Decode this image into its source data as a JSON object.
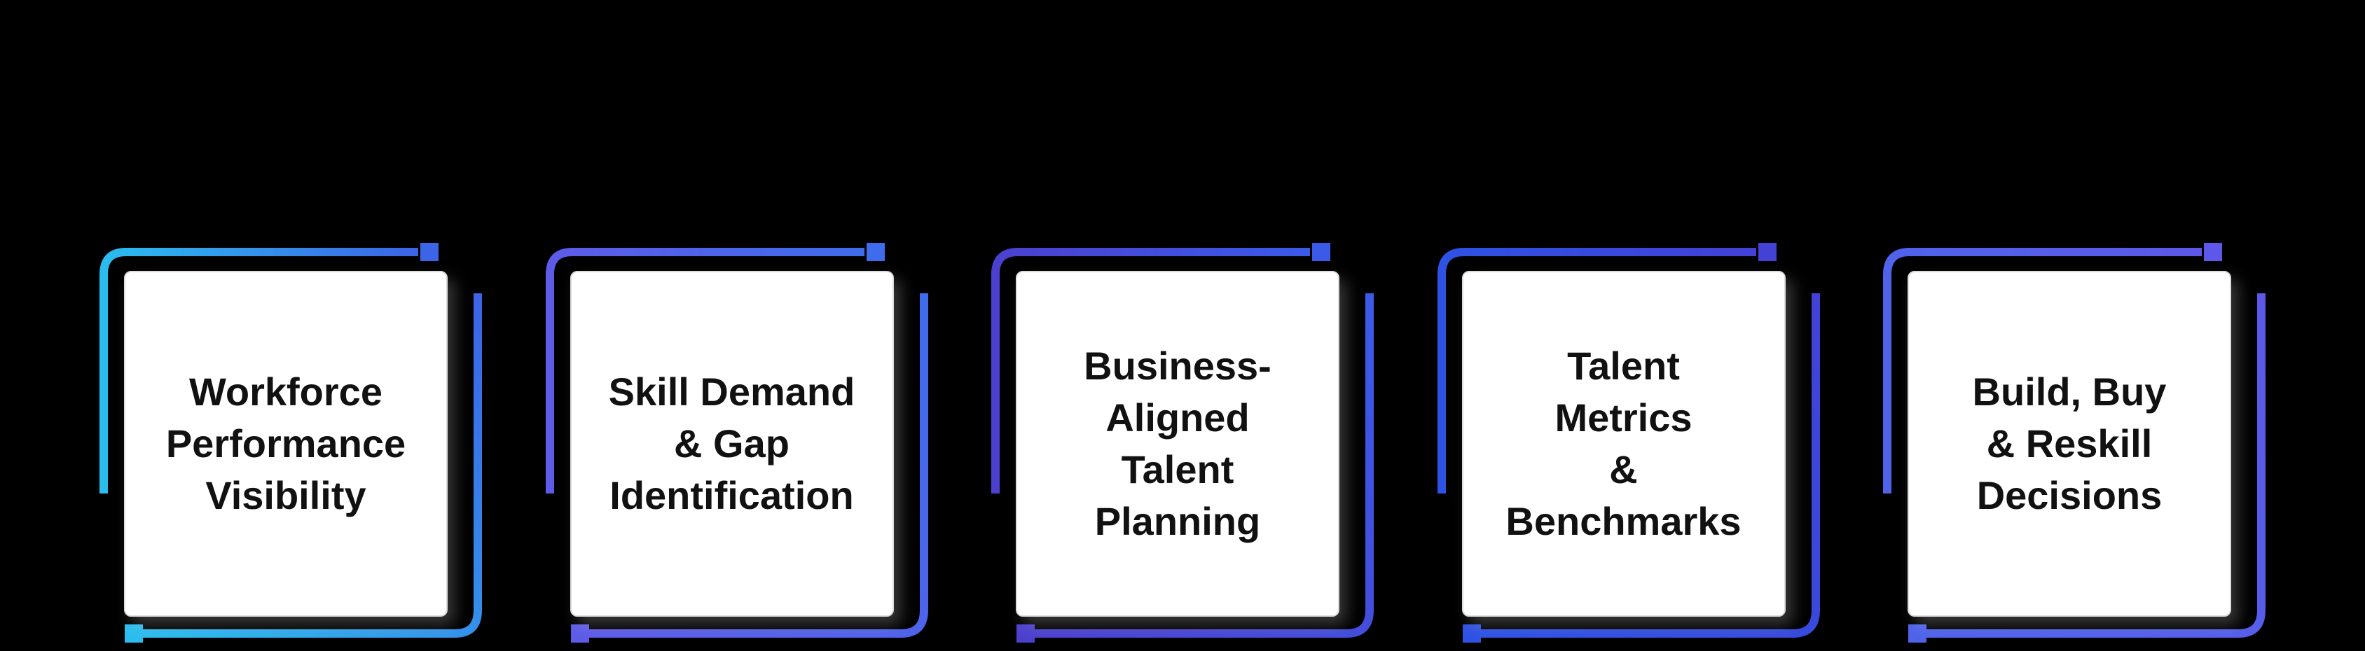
{
  "canvas": {
    "background": "#000000",
    "text_color": "#111111"
  },
  "cards": [
    {
      "label": "Workforce\nPerformance\nVisibility",
      "frame_start": "#2bbdee",
      "frame_end": "#3c64e6"
    },
    {
      "label": "Skill Demand\n& Gap\nIdentification",
      "frame_start": "#5e5be8",
      "frame_end": "#3f6cec"
    },
    {
      "label": "Business-\nAligned\nTalent\nPlanning",
      "frame_start": "#4c40cf",
      "frame_end": "#3b5ae9"
    },
    {
      "label": "Talent\nMetrics\n&\nBenchmarks",
      "frame_start": "#2e52e3",
      "frame_end": "#4341d6"
    },
    {
      "label": "Build, Buy\n& Reskill\nDecisions",
      "frame_start": "#4f63eb",
      "frame_end": "#5d58e9"
    }
  ]
}
